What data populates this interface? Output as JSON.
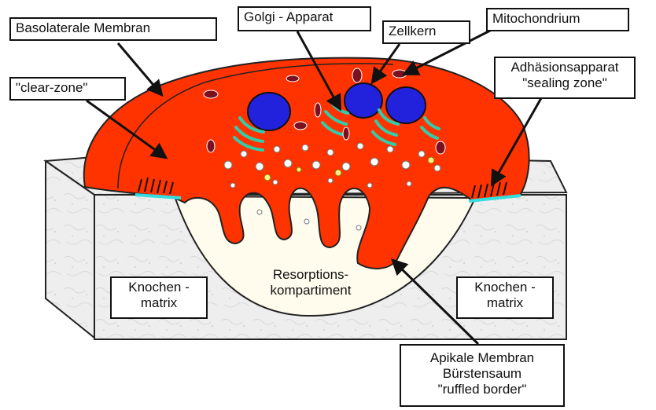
{
  "labels": {
    "basolateral": "Basolaterale Membran",
    "golgi": "Golgi - Apparat",
    "nucleus": "Zellkern",
    "mitochondrion": "Mitochondrium",
    "clear_zone": "\"clear-zone\"",
    "adhesion_line1": "Adhäsionsapparat",
    "adhesion_line2": "\"sealing zone\"",
    "resorption_line1": "Resorptions-",
    "resorption_line2": "kompartiment",
    "bone_left_line1": "Knochen -",
    "bone_left_line2": "matrix",
    "bone_right_line1": "Knochen -",
    "bone_right_line2": "matrix",
    "apical_line1": "Apikale Membran",
    "apical_line2": "Bürstensaum",
    "apical_line3": "\"ruffled border\""
  },
  "colors": {
    "cell": "#ff3300",
    "nucleus": "#2222dd",
    "golgi": "#33ccaa",
    "bone": "#eeeeee",
    "sealing": "#33dddd"
  }
}
